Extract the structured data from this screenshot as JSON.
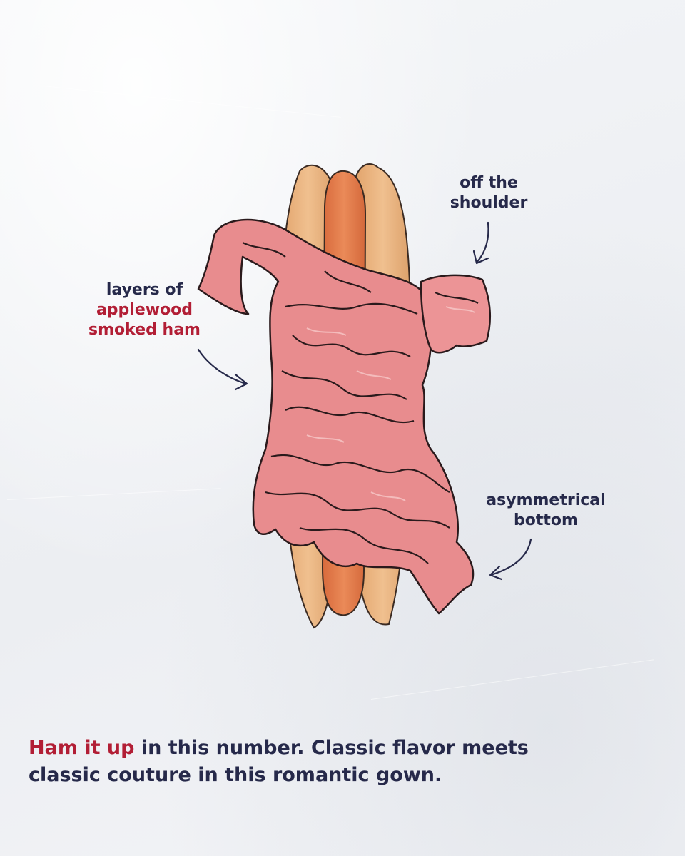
{
  "annotations": {
    "shoulder": {
      "lines": [
        "off the",
        "shoulder"
      ]
    },
    "layers": {
      "line1": "layers of",
      "line2": "applewood",
      "line3": "smoked ham"
    },
    "bottom": {
      "lines": [
        "asymmetrical",
        "bottom"
      ]
    }
  },
  "caption": {
    "highlight": "Ham it up",
    "rest_line1": " in this number. Classic flavor meets",
    "line2": "classic couture in this romantic gown."
  },
  "colors": {
    "navy_text": "#26294a",
    "accent_red": "#b21e35",
    "ham_pink": "#e88c8e",
    "bun_tan": "#e9b07c",
    "sausage_orange": "#e07a4a"
  },
  "icons": [
    "arrow-icon"
  ]
}
